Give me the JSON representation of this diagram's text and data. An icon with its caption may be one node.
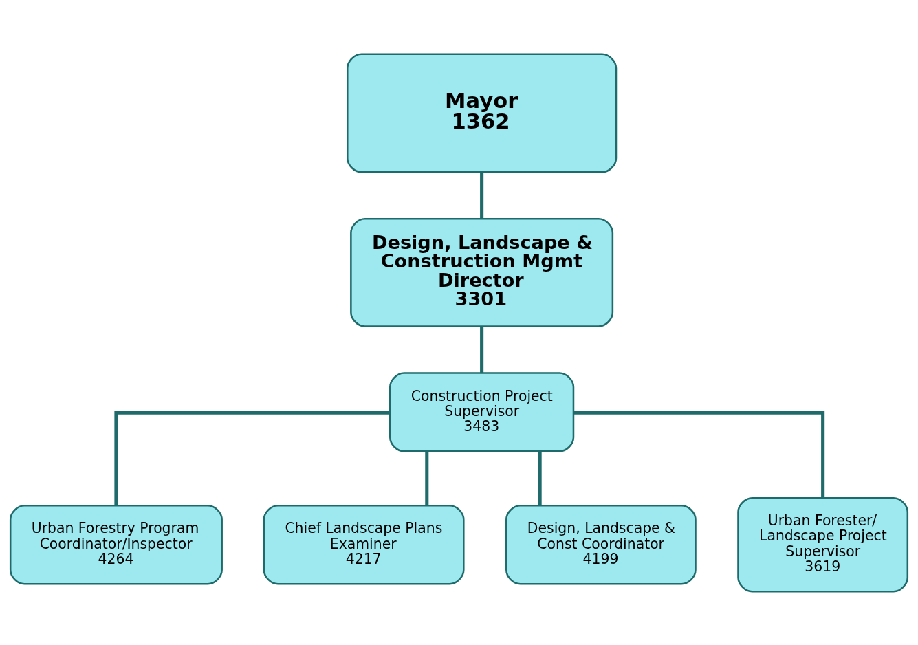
{
  "diagram": {
    "nodes": [
      {
        "text": [
          "Mayor",
          "1362"
        ]
      },
      {
        "text": [
          "Design, Landscape & Construction Mgmt Director",
          "3301"
        ]
      },
      {
        "text": [
          "Construction Project Supervisor",
          "3483"
        ]
      },
      {
        "text": [
          "Urban Forestry Program Coordinator/Inspector 4264"
        ]
      },
      {
        "text": [
          "Chief Landscape Plans Examiner",
          "4217"
        ]
      },
      {
        "text": [
          "Design, Landscape & Const Coordinator",
          "4199"
        ]
      },
      {
        "text": [
          "Urban Forester/ Landscape Project Supervisor",
          "3619"
        ]
      }
    ],
    "edges": [
      {
        "from": 0,
        "to": 1,
        "arrow": "none"
      },
      {
        "from": 1,
        "to": 2,
        "arrow": "none"
      },
      {
        "from": 2,
        "to": 3,
        "arrow": "none"
      },
      {
        "from": 2,
        "to": 4,
        "arrow": "none"
      },
      {
        "from": 2,
        "to": 5,
        "arrow": "none"
      },
      {
        "from": 2,
        "to": 6,
        "arrow": "none"
      }
    ]
  }
}
